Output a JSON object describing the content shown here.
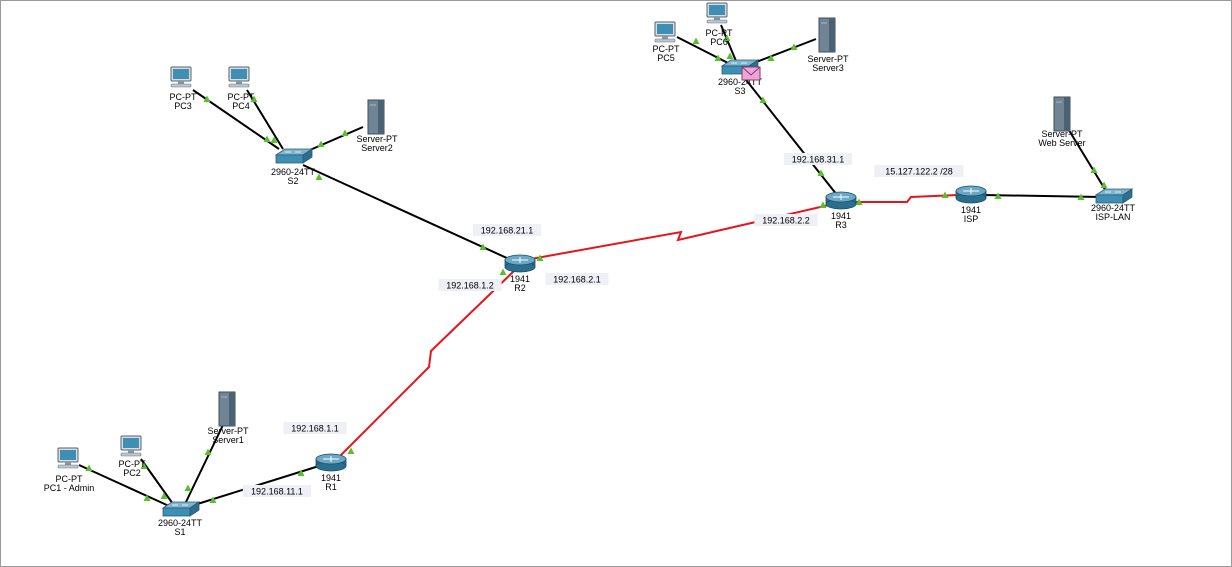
{
  "colors": {
    "serial_link": "#e8141c",
    "ethernet_link": "#000000",
    "port_up": "#58c02a",
    "device_blue": "#3f8fb5",
    "device_dark": "#2b6e8e",
    "ip_label_bg": "#eef0f6",
    "pdu_envelope": "#f1a3d8"
  },
  "devices": [
    {
      "id": "PC3",
      "kind": "pc",
      "type_label": "PC-PT",
      "name_label": "PC3"
    },
    {
      "id": "PC4",
      "kind": "pc",
      "type_label": "PC-PT",
      "name_label": "PC4"
    },
    {
      "id": "Server2",
      "kind": "server",
      "type_label": "Server-PT",
      "name_label": "Server2"
    },
    {
      "id": "S2",
      "kind": "switch",
      "type_label": "2960-24TT",
      "name_label": "S2"
    },
    {
      "id": "R2",
      "kind": "router",
      "type_label": "1941",
      "name_label": "R2"
    },
    {
      "id": "PC5",
      "kind": "pc",
      "type_label": "PC-PT",
      "name_label": "PC5"
    },
    {
      "id": "PC6",
      "kind": "pc",
      "type_label": "PC-PT",
      "name_label": "PC6"
    },
    {
      "id": "Server3",
      "kind": "server",
      "type_label": "Server-PT",
      "name_label": "Server3"
    },
    {
      "id": "S3",
      "kind": "switch",
      "type_label": "2960-24TT",
      "name_label": "S3"
    },
    {
      "id": "R3",
      "kind": "router",
      "type_label": "1941",
      "name_label": "R3"
    },
    {
      "id": "ISP",
      "kind": "router",
      "type_label": "1941",
      "name_label": "ISP"
    },
    {
      "id": "ISP-LAN",
      "kind": "switch",
      "type_label": "2960-24TT",
      "name_label": "ISP-LAN"
    },
    {
      "id": "WebServer",
      "kind": "server",
      "type_label": "Server-PT",
      "name_label": "Web Server"
    },
    {
      "id": "PC1",
      "kind": "pc",
      "type_label": "PC-PT",
      "name_label": "PC1 - Admin"
    },
    {
      "id": "PC2",
      "kind": "pc",
      "type_label": "PC-PT",
      "name_label": "PC2"
    },
    {
      "id": "Server1",
      "kind": "server",
      "type_label": "Server-PT",
      "name_label": "Server1"
    },
    {
      "id": "S1",
      "kind": "switch",
      "type_label": "2960-24TT",
      "name_label": "S1"
    },
    {
      "id": "R1",
      "kind": "router",
      "type_label": "1941",
      "name_label": "R1"
    }
  ],
  "links": [
    {
      "from": "PC3",
      "to": "S2",
      "type": "ethernet"
    },
    {
      "from": "PC4",
      "to": "S2",
      "type": "ethernet"
    },
    {
      "from": "Server2",
      "to": "S2",
      "type": "ethernet"
    },
    {
      "from": "S2",
      "to": "R2",
      "type": "ethernet"
    },
    {
      "from": "R2",
      "to": "R3",
      "type": "serial"
    },
    {
      "from": "R2",
      "to": "R1",
      "type": "serial"
    },
    {
      "from": "PC5",
      "to": "S3",
      "type": "ethernet"
    },
    {
      "from": "PC6",
      "to": "S3",
      "type": "ethernet"
    },
    {
      "from": "Server3",
      "to": "S3",
      "type": "ethernet"
    },
    {
      "from": "S3",
      "to": "R3",
      "type": "ethernet"
    },
    {
      "from": "R3",
      "to": "ISP",
      "type": "serial"
    },
    {
      "from": "ISP",
      "to": "ISP-LAN",
      "type": "ethernet"
    },
    {
      "from": "WebServer",
      "to": "ISP-LAN",
      "type": "ethernet"
    },
    {
      "from": "PC1",
      "to": "S1",
      "type": "ethernet"
    },
    {
      "from": "PC2",
      "to": "S1",
      "type": "ethernet"
    },
    {
      "from": "Server1",
      "to": "S1",
      "type": "ethernet"
    },
    {
      "from": "S1",
      "to": "R1",
      "type": "ethernet"
    }
  ],
  "ip_labels": [
    {
      "id": "r2-g",
      "text": "192.168.21.1"
    },
    {
      "id": "r2-s-r1",
      "text": "192.168.1.2"
    },
    {
      "id": "r2-s-r3",
      "text": "192.168.2.1"
    },
    {
      "id": "r3-s",
      "text": "192.168.2.2"
    },
    {
      "id": "r3-g",
      "text": "192.168.31.1"
    },
    {
      "id": "r3-isp",
      "text": "15.127.122.2 /28"
    },
    {
      "id": "r1-s",
      "text": "192.168.1.1"
    },
    {
      "id": "r1-g",
      "text": "192.168.11.1"
    }
  ]
}
